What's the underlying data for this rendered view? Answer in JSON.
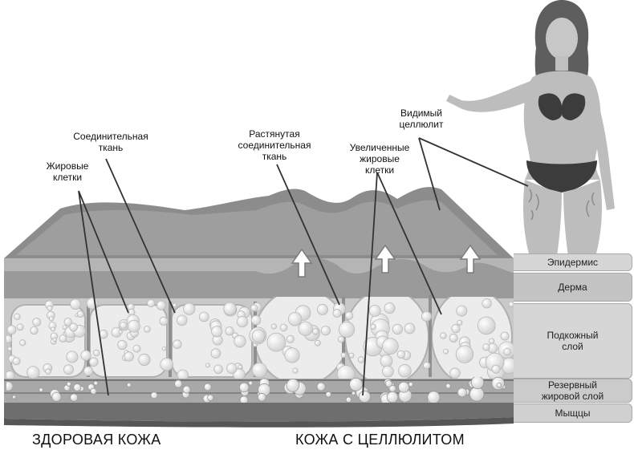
{
  "callouts": {
    "fat_cells": "Жировые\nклетки",
    "connective_tissue": "Соединительная\nткань",
    "stretched_connective": "Растянутая\nсоединительная\nткань",
    "enlarged_fat_cells": "Увеличенные\nжировые\nклетки",
    "visible_cellulite": "Видимый\nцеллюлит"
  },
  "layers": {
    "epidermis": "Эпидермис",
    "dermis": "Дерма",
    "subcutaneous": "Подкожный\nслой",
    "reserve_fat": "Резервный\nжировой слой",
    "muscles": "Мыщцы"
  },
  "captions": {
    "healthy": "ЗДОРОВАЯ КОЖА",
    "cellulite": "КОЖА С ЦЕЛЛЮЛИТОМ"
  },
  "colors": {
    "top_surface": "#8c8c8c",
    "epidermis": "#b4b4b4",
    "dermis": "#9d9d9d",
    "fat_cell": "#efefef",
    "muscle": "#6e6e6e"
  }
}
